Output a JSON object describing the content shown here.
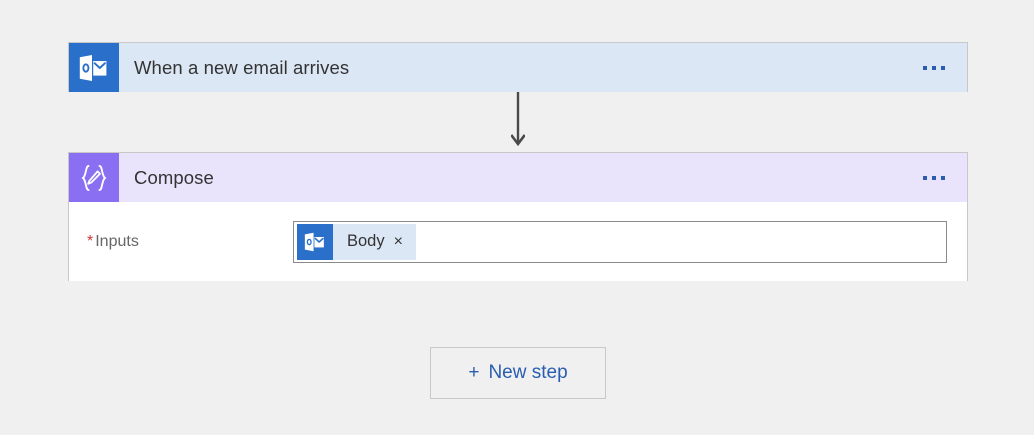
{
  "canvas": {
    "background": "#f0f0f0"
  },
  "trigger_card": {
    "icon": "outlook-icon",
    "title": "When a new email arrives",
    "menu": "ellipsis-menu",
    "header_color": "#dce7f5",
    "icon_color": "#2a6fc9"
  },
  "connector": {
    "icon": "down-arrow-icon",
    "color": "#4a4a4a"
  },
  "compose_card": {
    "icon": "compose-code-icon",
    "title": "Compose",
    "menu": "ellipsis-menu",
    "header_color": "#e9e4fc",
    "icon_color": "#8a6ff2",
    "field": {
      "required_marker": "*",
      "label": "Inputs",
      "token": {
        "icon": "outlook-icon",
        "label": "Body",
        "remove": "×"
      }
    }
  },
  "new_step_button": {
    "plus": "+",
    "label": "New step",
    "text_color": "#2a5db0"
  }
}
